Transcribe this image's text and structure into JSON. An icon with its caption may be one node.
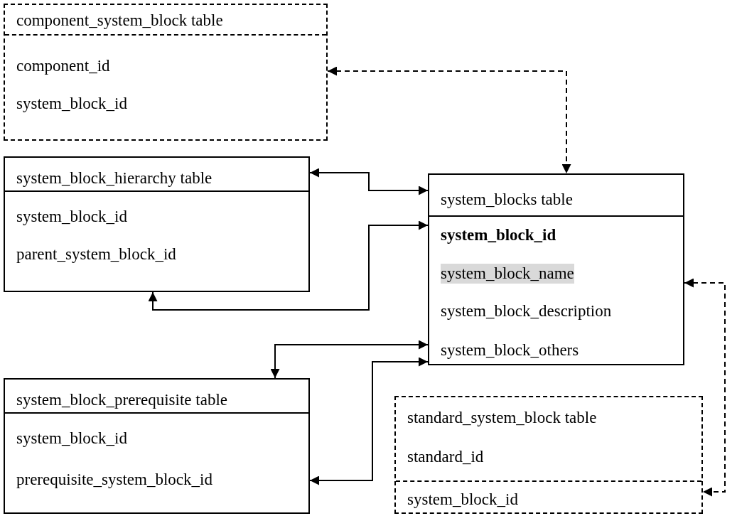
{
  "diagram": {
    "nodes": [
      {
        "text": [
          "component_system_block table",
          "component_id",
          "system_block_id"
        ]
      },
      {
        "text": [
          "system_block_hierarchy table",
          "system_block_id",
          "parent_system_block_id"
        ]
      },
      {
        "text": [
          "system_blocks table",
          "system_block_id",
          "system_block_name",
          "system_block_description",
          "system_block_others"
        ]
      },
      {
        "text": [
          "system_block_prerequisite table",
          "system_block_id",
          "prerequisite_system_block_id"
        ]
      },
      {
        "text": [
          "standard_system_block table",
          "standard_id",
          "system_block_id"
        ]
      }
    ],
    "edges": [
      {
        "from": 0,
        "to": 2,
        "arrow": "both",
        "style": "dashed"
      },
      {
        "from": 1,
        "to": 2,
        "arrow": "both"
      },
      {
        "from": 1,
        "to": 2,
        "arrow": "both"
      },
      {
        "from": 3,
        "to": 2,
        "arrow": "both"
      },
      {
        "from": 3,
        "to": 2,
        "arrow": "both"
      },
      {
        "from": 2,
        "to": 4,
        "arrow": "both",
        "style": "dashed"
      }
    ]
  }
}
